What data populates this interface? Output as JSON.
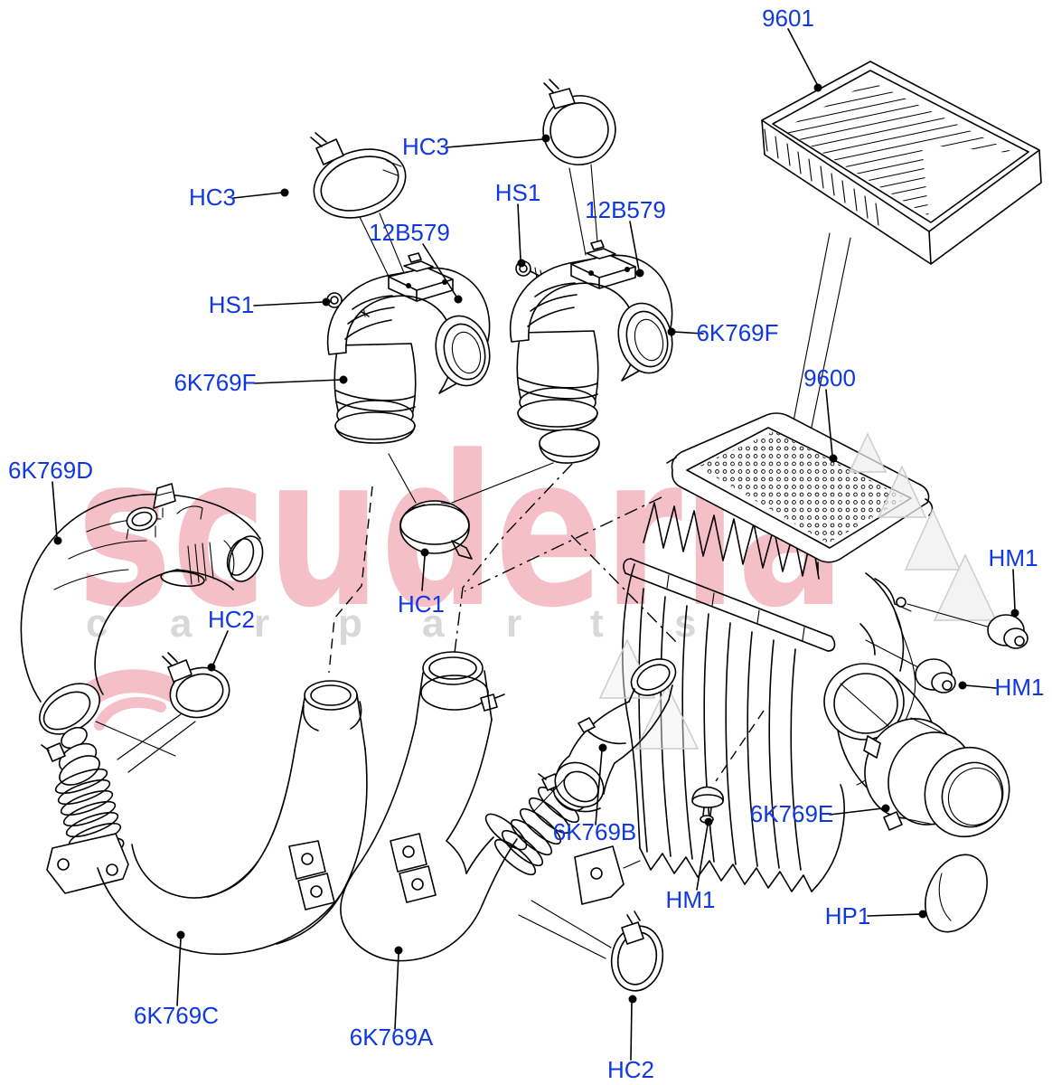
{
  "diagram_type": "exploded-parts-diagram",
  "subject": "air cleaner / intake ducting",
  "colors": {
    "background": "#ffffff",
    "line": "#000000",
    "label_blue": "#1038e0",
    "watermark_pink": "#f5bfc8",
    "watermark_gray": "#d8d8d8"
  },
  "watermark": {
    "brand": "scuderia",
    "letters": [
      "c",
      "a",
      "r",
      "p",
      "a",
      "r",
      "t",
      "s"
    ]
  },
  "labels": [
    {
      "id": "9601",
      "text": "9601"
    },
    {
      "id": "hc3-left",
      "text": "HC3"
    },
    {
      "id": "hc3-right",
      "text": "HC3"
    },
    {
      "id": "hs1-right",
      "text": "HS1"
    },
    {
      "id": "12b579-left",
      "text": "12B579"
    },
    {
      "id": "12b579-right",
      "text": "12B579"
    },
    {
      "id": "hs1-left",
      "text": "HS1"
    },
    {
      "id": "6k769f-right",
      "text": "6K769F"
    },
    {
      "id": "9600",
      "text": "9600"
    },
    {
      "id": "6k769f-left",
      "text": "6K769F"
    },
    {
      "id": "6k769d",
      "text": "6K769D"
    },
    {
      "id": "hm1-upper",
      "text": "HM1"
    },
    {
      "id": "hc1",
      "text": "HC1"
    },
    {
      "id": "hc2-left",
      "text": "HC2"
    },
    {
      "id": "hm1-lower",
      "text": "HM1"
    },
    {
      "id": "6k769e",
      "text": "6K769E"
    },
    {
      "id": "6k769b",
      "text": "6K769B"
    },
    {
      "id": "hm1-bottom",
      "text": "HM1"
    },
    {
      "id": "hp1",
      "text": "HP1"
    },
    {
      "id": "6k769c",
      "text": "6K769C"
    },
    {
      "id": "6k769a",
      "text": "6K769A"
    },
    {
      "id": "hc2-bottom",
      "text": "HC2"
    }
  ]
}
